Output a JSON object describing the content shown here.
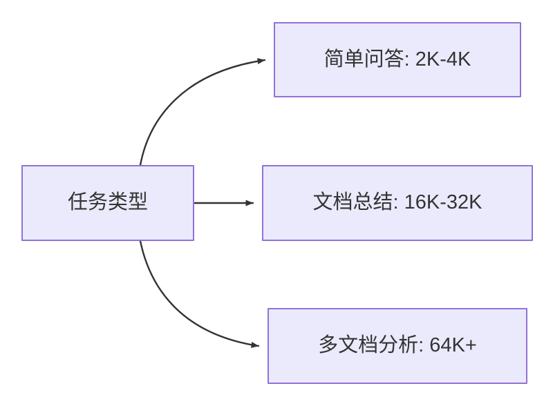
{
  "diagram": {
    "type": "flowchart",
    "direction": "left-to-right",
    "background_color": "#ffffff",
    "node_fill_color": "#ebeafc",
    "node_border_color": "#9071d9",
    "node_text_color": "#333333",
    "edge_color": "#333333",
    "source_node": {
      "id": "task-type",
      "label": "任务类型"
    },
    "target_nodes": [
      {
        "id": "simple-qa",
        "label": "简单问答: 2K-4K"
      },
      {
        "id": "doc-summary",
        "label": "文档总结: 16K-32K"
      },
      {
        "id": "multi-doc-analysis",
        "label": "多文档分析: 64K+"
      }
    ],
    "edges": [
      {
        "from": "任务类型",
        "to": "简单问答: 2K-4K",
        "style": "curved",
        "arrow": "end",
        "label": ""
      },
      {
        "from": "任务类型",
        "to": "文档总结: 16K-32K",
        "style": "straight",
        "arrow": "end",
        "label": ""
      },
      {
        "from": "任务类型",
        "to": "多文档分析: 64K+",
        "style": "curved",
        "arrow": "end",
        "label": ""
      }
    ]
  }
}
